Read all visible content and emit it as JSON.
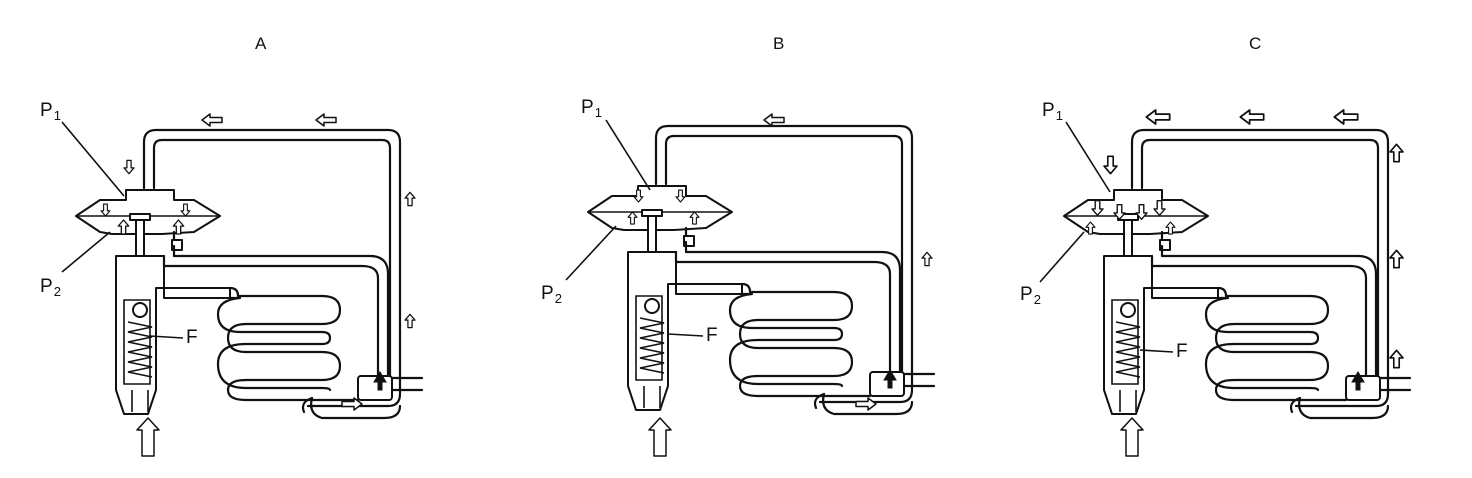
{
  "panels": [
    {
      "id": "A",
      "title": "A",
      "p1": "P",
      "p1_sub": "1",
      "p2": "P",
      "p2_sub": "2",
      "f": "F"
    },
    {
      "id": "B",
      "title": "B",
      "p1": "P",
      "p1_sub": "1",
      "p2": "P",
      "p2_sub": "2",
      "f": "F"
    },
    {
      "id": "C",
      "title": "C",
      "p1": "P",
      "p1_sub": "1",
      "p2": "P",
      "p2_sub": "2",
      "f": "F"
    }
  ],
  "colors": {
    "ink": "#111111",
    "paper": "#ffffff"
  }
}
